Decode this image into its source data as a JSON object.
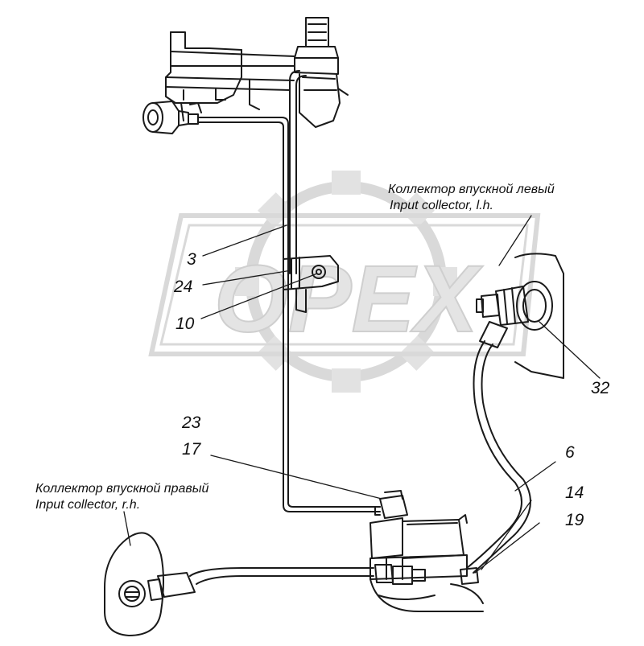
{
  "colors": {
    "line": "#1a1a1a",
    "watermark": "#d9d9d9",
    "background": "#ffffff"
  },
  "watermark": {
    "text": "OPEX"
  },
  "collector_left": {
    "ru": "Коллектор впускной левый",
    "en": "Input collector, l.h."
  },
  "collector_right": {
    "ru": "Коллектор впускной правый",
    "en": "Input collector, r.h."
  },
  "callouts": {
    "c3": "3",
    "c24": "24",
    "c10": "10",
    "c32": "32",
    "c23": "23",
    "c17": "17",
    "c6": "6",
    "c14": "14",
    "c19": "19"
  }
}
